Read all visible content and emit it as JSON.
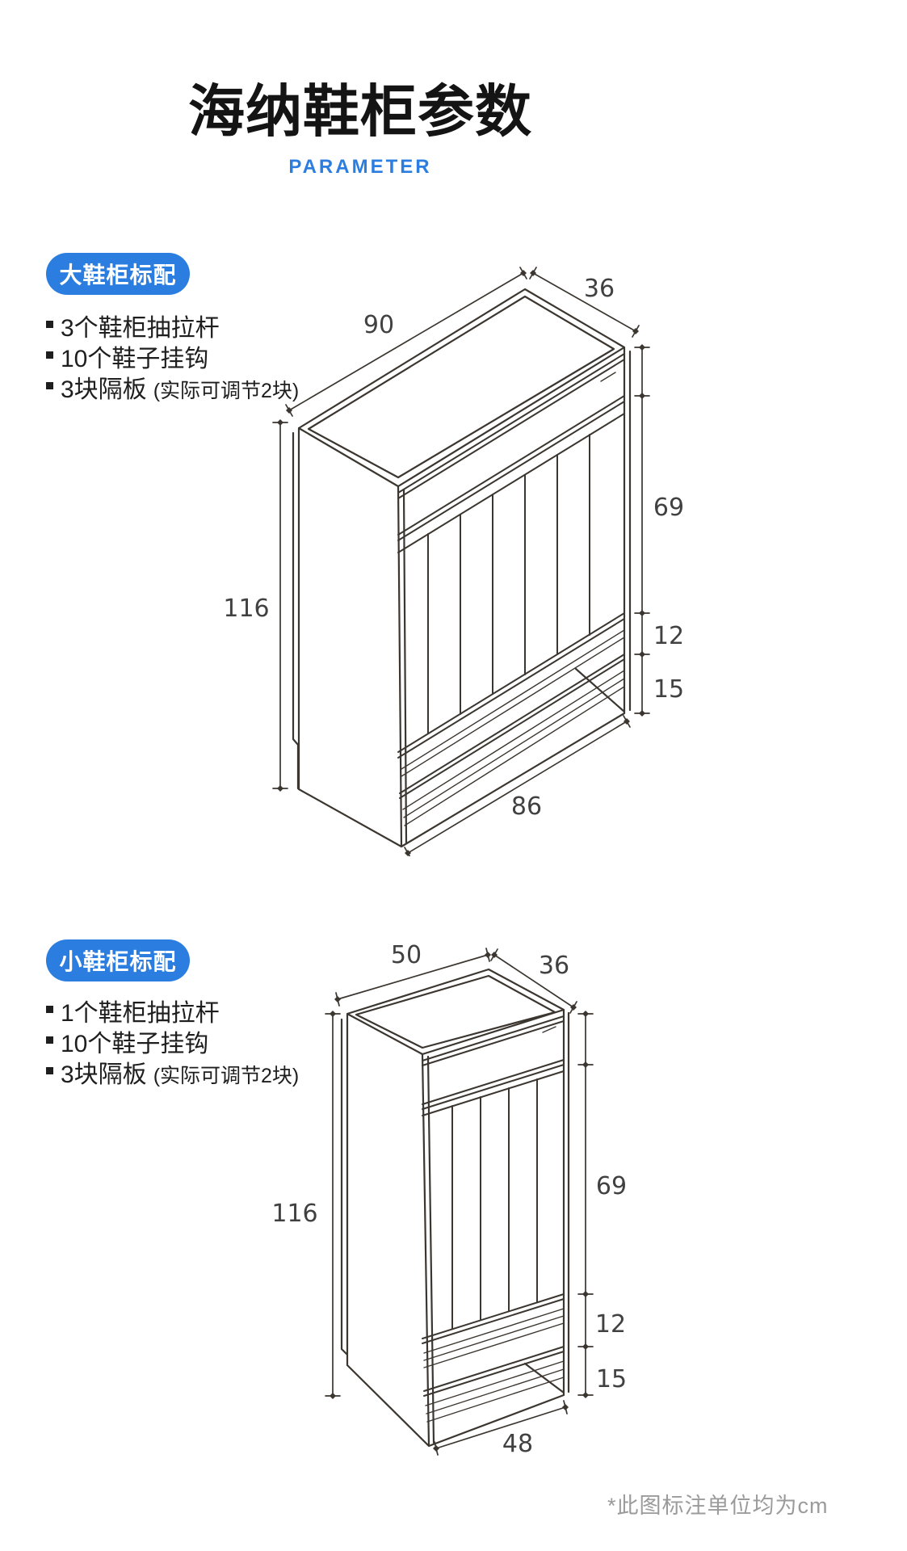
{
  "colors": {
    "accent": "#2b7de0",
    "line": "#3c3630",
    "dim_text": "#414141"
  },
  "header": {
    "title": "海纳鞋柜参数",
    "subtitle": "PARAMETER"
  },
  "large_cabinet": {
    "badge": "大鞋柜标配",
    "features": [
      {
        "main": "3个鞋柜抽拉杆",
        "note": ""
      },
      {
        "main": "10个鞋子挂钩",
        "note": ""
      },
      {
        "main": "3块隔板",
        "note": "(实际可调节2块)"
      }
    ],
    "dims": {
      "top_width": "90",
      "top_depth": "36",
      "upper_height": "69",
      "rack_gap": "12",
      "base_height": "15",
      "total_height": "116",
      "bottom_width": "86"
    }
  },
  "small_cabinet": {
    "badge": "小鞋柜标配",
    "features": [
      {
        "main": "1个鞋柜抽拉杆",
        "note": ""
      },
      {
        "main": "10个鞋子挂钩",
        "note": ""
      },
      {
        "main": "3块隔板",
        "note": "(实际可调节2块)"
      }
    ],
    "dims": {
      "top_width": "50",
      "top_depth": "36",
      "upper_height": "69",
      "rack_gap": "12",
      "base_height": "15",
      "total_height": "116",
      "bottom_width": "48"
    }
  },
  "footnote": "*此图标注单位均为cm",
  "unit": "cm"
}
